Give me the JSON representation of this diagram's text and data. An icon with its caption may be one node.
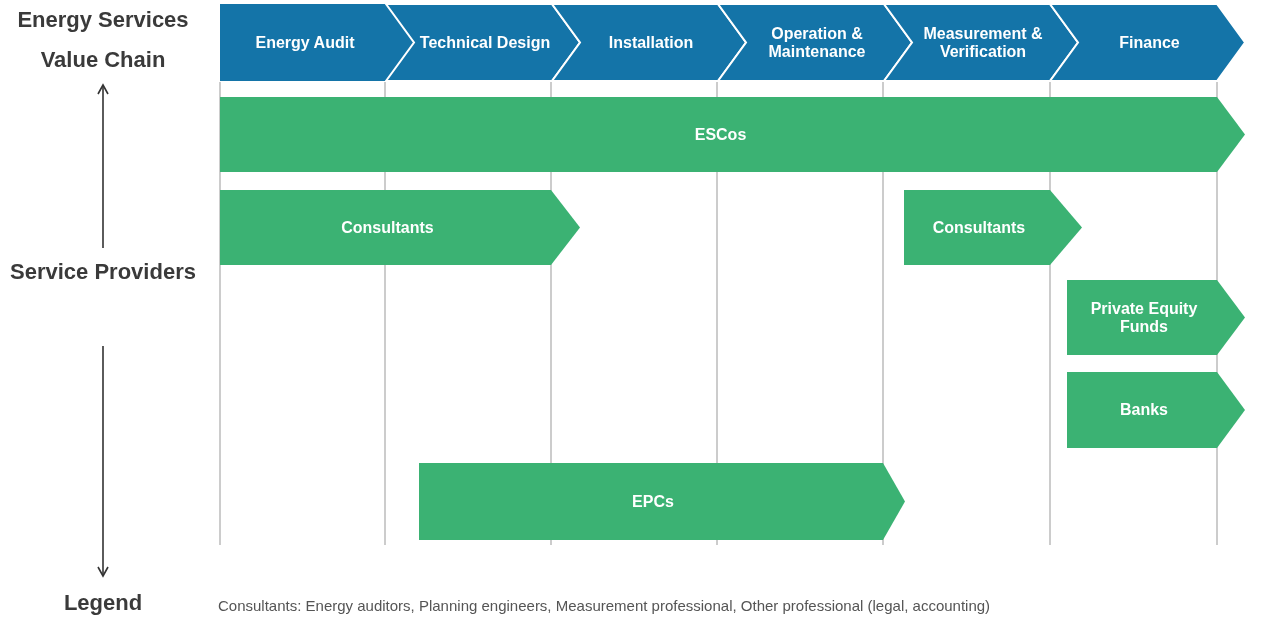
{
  "diagram": {
    "nodes": [
      {
        "text": [
          "Energy Services Value Chain"
        ]
      },
      {
        "text": [
          "Service Providers"
        ]
      },
      {
        "text": [
          "Legend"
        ]
      },
      {
        "text": [
          "Energy Audit"
        ]
      },
      {
        "text": [
          "Technical Design"
        ]
      },
      {
        "text": [
          "Installation"
        ]
      },
      {
        "text": [
          "Operation & Maintenance"
        ]
      },
      {
        "text": [
          "Measurement & Verification"
        ]
      },
      {
        "text": [
          "Finance"
        ]
      },
      {
        "text": [
          "ESCos"
        ]
      },
      {
        "text": [
          "Consultants"
        ]
      },
      {
        "text": [
          "Consultants"
        ]
      },
      {
        "text": [
          "Private Equity Funds"
        ]
      },
      {
        "text": [
          "Banks"
        ]
      },
      {
        "text": [
          "EPCs"
        ]
      }
    ],
    "edges": [
      {
        "from": 1,
        "to": 0,
        "arrow": "to"
      },
      {
        "from": 1,
        "to": 2,
        "arrow": "to"
      }
    ],
    "labels": [
      "Consultants: Energy auditors, Planning engineers, Measurement professional, Other professional (legal, accounting)"
    ]
  }
}
